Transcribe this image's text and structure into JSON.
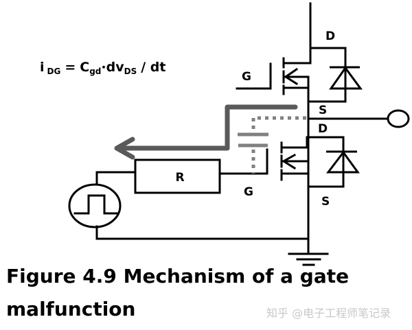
{
  "figure": {
    "caption_line1": "Figure 4.9 Mechanism of a gate",
    "caption_line2": "malfunction",
    "watermark": "知乎 @电子工程师笔记录"
  },
  "equation": {
    "i": "i",
    "i_sub": "DG",
    "equals": "=",
    "c": "C",
    "c_sub": "gd",
    "dot": "·dv",
    "dv_sub": "DS",
    "tail": "/ dt"
  },
  "labels": {
    "upper_drain": "D",
    "upper_gate": "G",
    "upper_source": "S",
    "lower_drain": "D",
    "lower_gate": "G",
    "lower_source": "S",
    "resistor": "R"
  },
  "colors": {
    "wire": "#000000",
    "current_path": "#5a5a5a",
    "capacitance": "#808080"
  }
}
